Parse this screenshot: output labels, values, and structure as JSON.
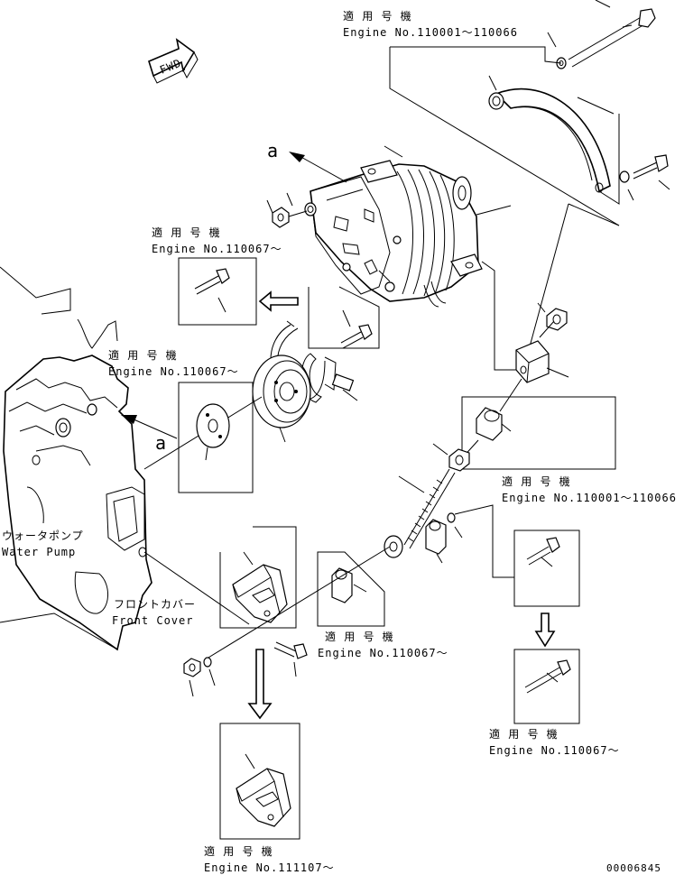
{
  "labels": {
    "applicable_jp": "適 用 号 機",
    "eng_110001_110066": "Engine No.110001〜110066",
    "eng_110067_on": "Engine No.110067〜",
    "eng_111107_on": "Engine No.111107〜",
    "water_pump_jp": "ウォータポンプ",
    "water_pump_en": "Water Pump",
    "front_cover_jp": "フロントカバー",
    "front_cover_en": "Front Cover",
    "fwd": "FWD",
    "view_a": "a",
    "drawing_number": "00006845"
  }
}
